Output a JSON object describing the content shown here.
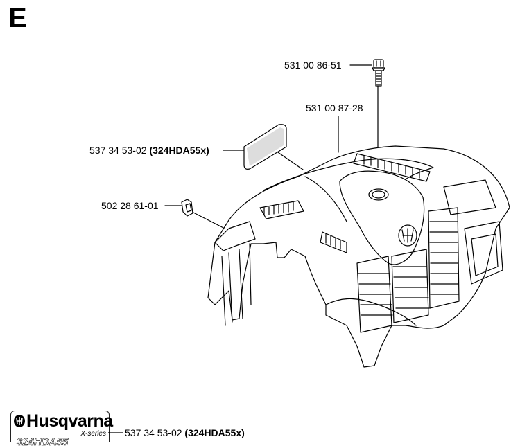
{
  "section_letter": "E",
  "callouts": {
    "screw": "531 00 86-51",
    "cover": "531 00 87-28",
    "decal_number": "537 34 53-02",
    "decal_model": "(324HDA55x)",
    "clip": "502 28 61-01"
  },
  "logo": {
    "brand": "Husqvarna",
    "series": "X-series",
    "model": "324HDA55",
    "part_number": "537 34 53-02",
    "part_model": "(324HDA55x)"
  }
}
